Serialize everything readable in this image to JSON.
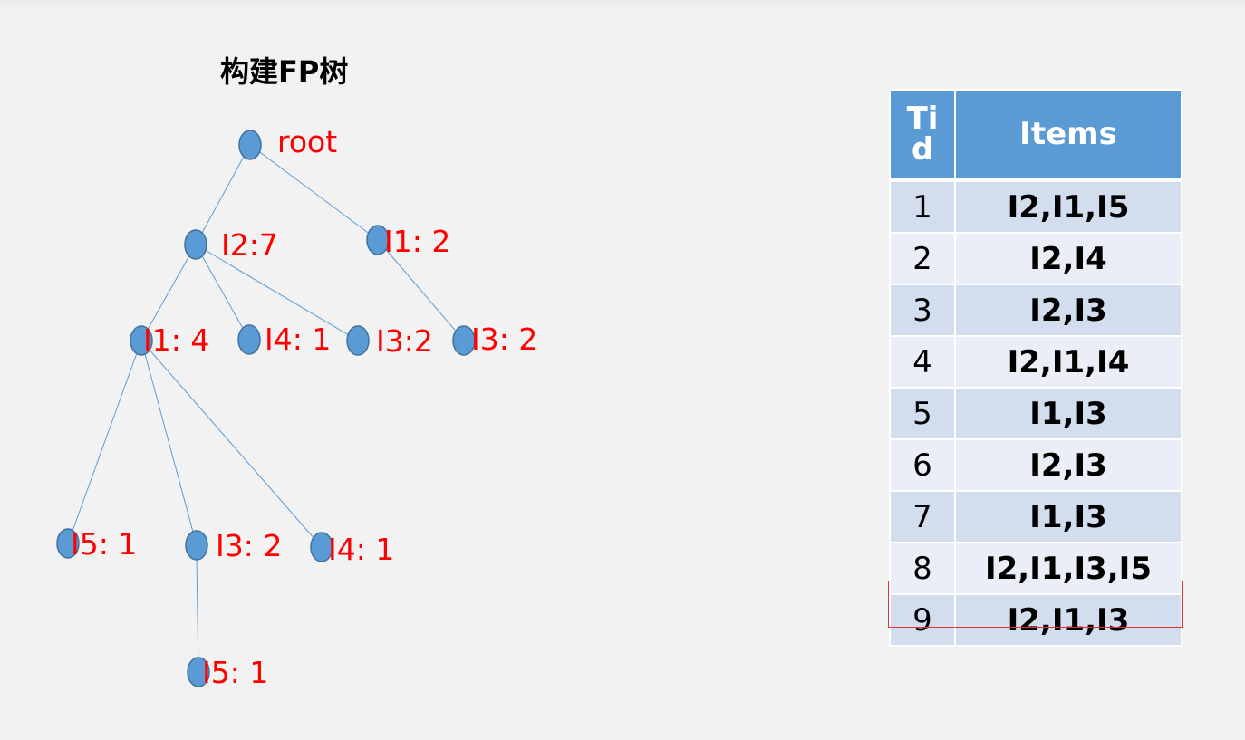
{
  "title": "构建FP树",
  "tree": {
    "nodes": [
      {
        "id": "root",
        "label": "root"
      },
      {
        "id": "a_i2",
        "label": "I2:7"
      },
      {
        "id": "a_i1r",
        "label": "I1:  2"
      },
      {
        "id": "a_i1",
        "label": "I1: 4"
      },
      {
        "id": "a_i4",
        "label": "I4: 1"
      },
      {
        "id": "a_i3",
        "label": "I3:2"
      },
      {
        "id": "a_i3r",
        "label": "I3:  2"
      },
      {
        "id": "a_i5",
        "label": "I5:  1"
      },
      {
        "id": "a_i3b",
        "label": "I3: 2"
      },
      {
        "id": "a_i4b",
        "label": "I4:  1"
      },
      {
        "id": "a_i5b",
        "label": "I5: 1"
      }
    ],
    "edges": [
      [
        "root",
        "a_i2"
      ],
      [
        "root",
        "a_i1r"
      ],
      [
        "a_i2",
        "a_i1"
      ],
      [
        "a_i2",
        "a_i4"
      ],
      [
        "a_i2",
        "a_i3"
      ],
      [
        "a_i1r",
        "a_i3r"
      ],
      [
        "a_i1",
        "a_i5"
      ],
      [
        "a_i1",
        "a_i3b"
      ],
      [
        "a_i1",
        "a_i4b"
      ],
      [
        "a_i3b",
        "a_i5b"
      ]
    ],
    "colors": {
      "node": "#5b9bd5",
      "edge": "#5b9bd5",
      "label": "#ff0000"
    }
  },
  "table": {
    "headers": {
      "tid": "Ti d",
      "items": "Items"
    },
    "rows": [
      {
        "tid": "1",
        "items": "I2,I1,I5"
      },
      {
        "tid": "2",
        "items": "I2,I4"
      },
      {
        "tid": "3",
        "items": "I2,I3"
      },
      {
        "tid": "4",
        "items": "I2,I1,I4"
      },
      {
        "tid": "5",
        "items": "I1,I3"
      },
      {
        "tid": "6",
        "items": "I2,I3"
      },
      {
        "tid": "7",
        "items": "I1,I3"
      },
      {
        "tid": "8",
        "items": "I2,I1,I3,I5"
      },
      {
        "tid": "9",
        "items": "I2,I1,I3"
      }
    ],
    "colors": {
      "header": "#5b9bd5",
      "row_dark": "#d2ddee",
      "row_light": "#e9eef7",
      "highlight": "#e03030"
    },
    "highlighted_row": "9"
  }
}
